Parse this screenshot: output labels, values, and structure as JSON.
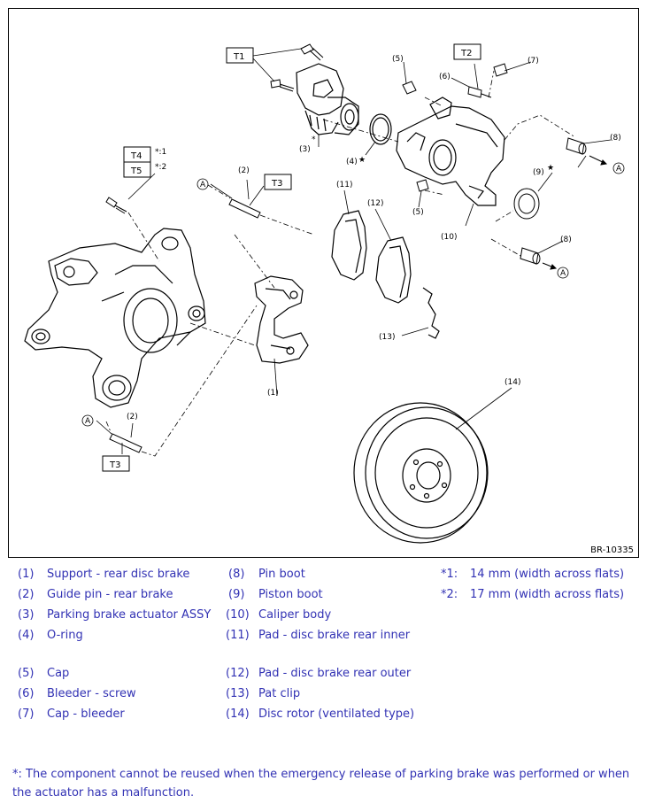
{
  "figure": {
    "code": "BR-10335",
    "torque_boxes": [
      "T1",
      "T2",
      "T3",
      "T3",
      "T4",
      "T5"
    ],
    "size_marks": [
      "*:1",
      "*:2"
    ],
    "callouts": [
      "(1)",
      "(2)",
      "(2)",
      "(3)",
      "(4)",
      "(5)",
      "(5)",
      "(6)",
      "(7)",
      "(8)",
      "(8)",
      "(9)",
      "(10)",
      "(11)",
      "(12)",
      "(13)",
      "(14)"
    ],
    "ref_marks": [
      "A",
      "A",
      "A",
      "A"
    ],
    "asterisk_mark": "*",
    "star_mark": "★"
  },
  "legend": {
    "col1": [
      {
        "num": "(1)",
        "text": "Support - rear disc brake"
      },
      {
        "num": "(2)",
        "text": "Guide pin - rear brake"
      },
      {
        "num": "(3)",
        "text": "Parking brake actuator ASSY"
      },
      {
        "num": "(4)",
        "text": "O-ring"
      },
      {
        "num": "(5)",
        "text": "Cap"
      },
      {
        "num": "(6)",
        "text": "Bleeder - screw"
      },
      {
        "num": "(7)",
        "text": "Cap - bleeder"
      }
    ],
    "col2": [
      {
        "num": "(8)",
        "text": "Pin boot"
      },
      {
        "num": "(9)",
        "text": "Piston boot"
      },
      {
        "num": "(10)",
        "text": "Caliper body"
      },
      {
        "num": "(11)",
        "text": "Pad - disc brake rear inner"
      },
      {
        "num": "(12)",
        "text": "Pad - disc brake rear outer"
      },
      {
        "num": "(13)",
        "text": "Pat clip"
      },
      {
        "num": "(14)",
        "text": "Disc rotor (ventilated type)"
      }
    ],
    "col3": [
      {
        "num": "*1:",
        "text": "14 mm (width across flats)"
      },
      {
        "num": "*2:",
        "text": "17 mm (width across flats)"
      }
    ]
  },
  "note": "*: The component cannot be reused when the emergency release of parking brake was performed or when the actuator has a malfunction."
}
